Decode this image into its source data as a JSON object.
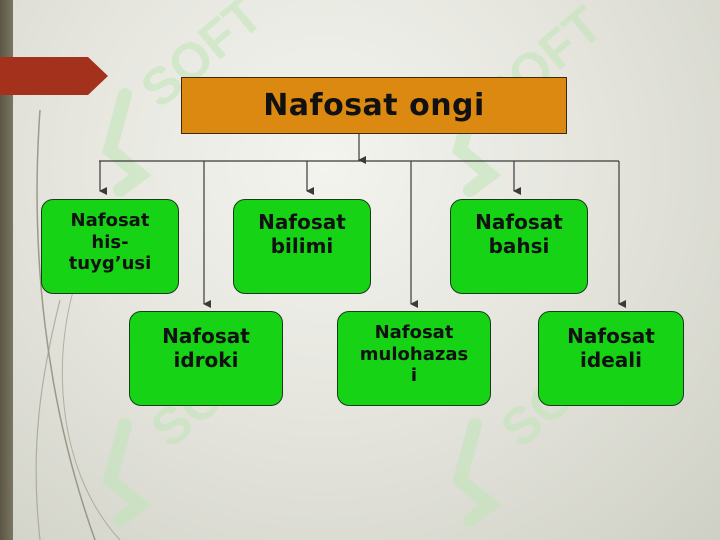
{
  "diagram": {
    "root": {
      "label": "Nafosat ongi"
    },
    "children": [
      {
        "label": "Nafosat\nhis-\ntuyg’usi"
      },
      {
        "label": "Nafosat\nbilimi"
      },
      {
        "label": "Nafosat\nbahsi"
      },
      {
        "label": "Nafosat\nidroki"
      },
      {
        "label": "Nafosat\nmulohazas\ni"
      },
      {
        "label": "Nafosat\nideali"
      }
    ]
  },
  "watermark": {
    "text": "SOFT"
  },
  "colors": {
    "root_fill": "#dc8912",
    "child_fill": "#16d316",
    "accent": "#a3311c",
    "line": "#3a3a3a"
  }
}
